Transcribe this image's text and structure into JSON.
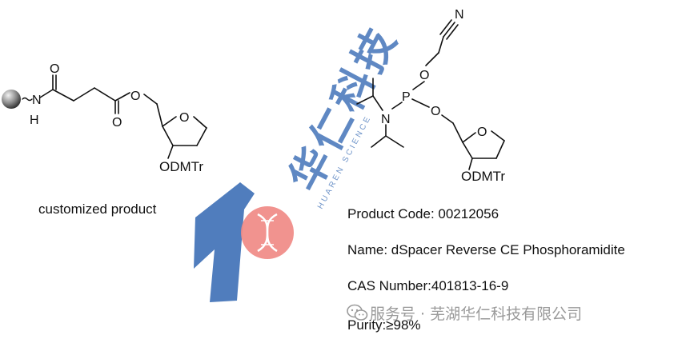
{
  "left_structure": {
    "atom_O_top": "O",
    "atom_N": "N",
    "atom_H": "H",
    "atom_O_ester_carbonyl": "O",
    "atom_O_ester": "O",
    "atom_O_ring": "O",
    "group_odmtr": "ODMTr"
  },
  "right_structure": {
    "atom_N_nitrile": "N",
    "atom_O_cyano": "O",
    "atom_P": "P",
    "atom_N_amine": "N",
    "atom_O_link": "O",
    "atom_O_ring": "O",
    "group_odmtr": "ODMTr"
  },
  "watermark": {
    "brand_cn": "华仁科技",
    "brand_en": "HUAREN SCIENCE",
    "colors": {
      "blue": "#3d6fb6",
      "logo_circle": "#f08a85",
      "helix": "#ffffff"
    }
  },
  "captions": {
    "customized": "customized product",
    "product_code": "Product Code: 00212056",
    "name": "Name: dSpacer Reverse CE Phosphoramidite",
    "cas": "CAS Number:401813-16-9",
    "purity": "Purity:≥98%"
  },
  "source_label": "服务号 · 芜湖华仁科技有限公司",
  "icons": {
    "source": "wechat-icon",
    "bead": "solid-support-bead-icon"
  }
}
